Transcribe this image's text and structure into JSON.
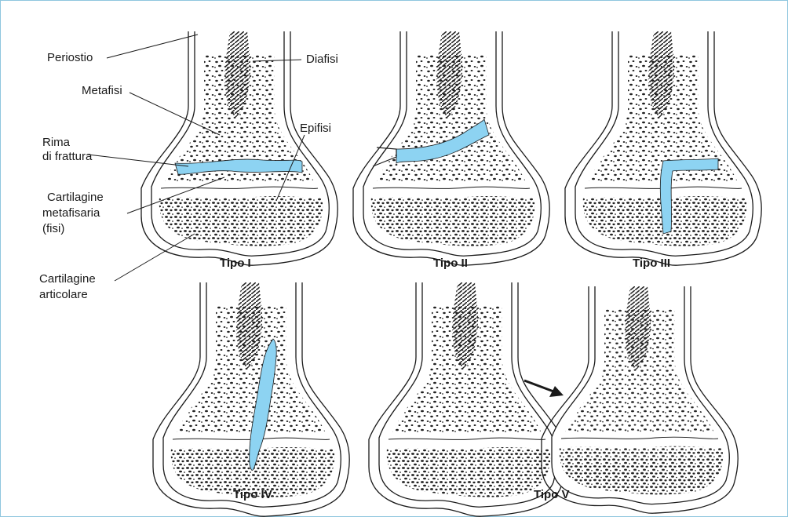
{
  "labels": {
    "periostio": "Periostio",
    "diafisi": "Diafisi",
    "metafisi": "Metafisi",
    "epifisi": "Epifisi",
    "rima_1": "Rima",
    "rima_2": "di frattura",
    "cart_meta_1": "Cartilagine",
    "cart_meta_2": "metafisaria",
    "cart_meta_3": "(fisi)",
    "cart_art_1": "Cartilagine",
    "cart_art_2": "articolare"
  },
  "captions": {
    "tipo1": "Tipo I",
    "tipo2": "Tipo II",
    "tipo3": "Tipo III",
    "tipo4": "Tipo IV",
    "tipo5": "Tipo V"
  },
  "colors": {
    "fracture": "#8dd3f2",
    "line": "#1a1a1a",
    "border": "#8fc6de"
  },
  "icons": [
    "arrow-icon"
  ]
}
